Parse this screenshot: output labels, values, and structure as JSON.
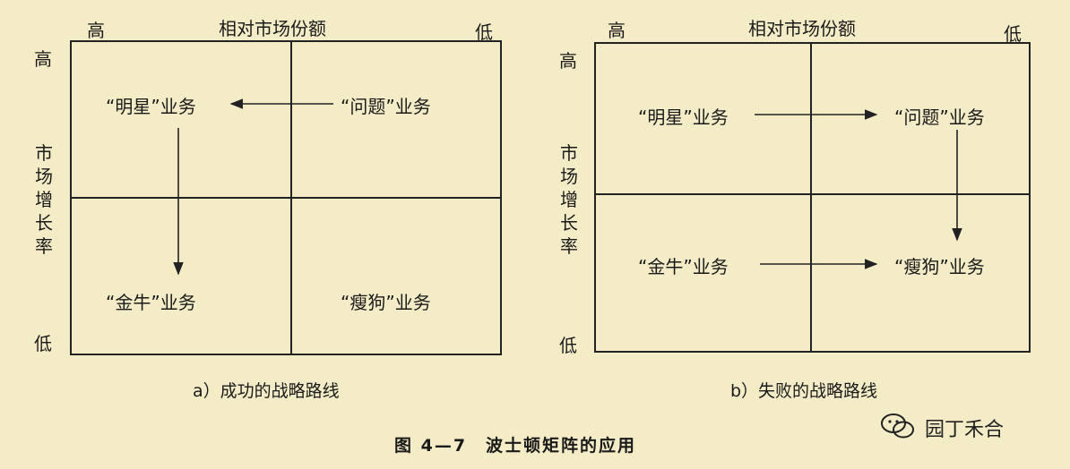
{
  "panel_a": {
    "x_axis_title": "相对市场份额",
    "x_high": "高",
    "x_low": "低",
    "y_high": "高",
    "y_low": "低",
    "y_axis_title": "市场增长率",
    "star": "“明星”业务",
    "question": "“问题”业务",
    "cow": "“金牛”业务",
    "dog": "“瘦狗”业务",
    "caption": "a）成功的战略路线"
  },
  "panel_b": {
    "x_axis_title": "相对市场份额",
    "x_high": "高",
    "x_low": "低",
    "y_high": "高",
    "y_low": "低",
    "y_axis_title": "市场增长率",
    "star": "“明星”业务",
    "question": "“问题”业务",
    "cow": "“金牛”业务",
    "dog": "“瘦狗”业务",
    "caption": "b）失败的战略路线"
  },
  "figure_title": "图 4—7　波士顿矩阵的应用",
  "watermark": "园丁禾合"
}
